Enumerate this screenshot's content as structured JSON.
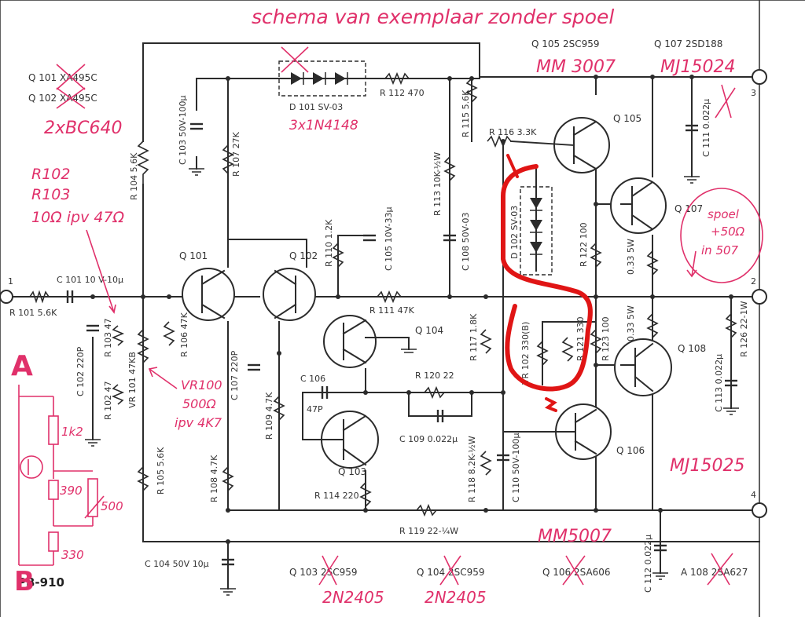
{
  "title_note": "schema van exemplaar zonder spoel",
  "model": "PB-910",
  "terminals": [
    "1",
    "2",
    "3",
    "4"
  ],
  "transistors_top": {
    "q101": "Q 101 XA495C",
    "q102": "Q 102 XA495C",
    "q105": "Q 105 2SC959",
    "q107": "Q 107 2SD188"
  },
  "transistors_bottom": {
    "q103": "Q 103 2SC959",
    "q104": "Q 104 2SC959",
    "q106": "Q 106 2SA606",
    "q108": "A 108 2SA627"
  },
  "q_labels": {
    "q101": "Q 101",
    "q102": "Q 102",
    "q103": "Q 103",
    "q104": "Q 104",
    "q105": "Q 105",
    "q106": "Q 106",
    "q107": "Q 107",
    "q108": "Q 108"
  },
  "components": {
    "r101": "R 101 5.6K",
    "c101": "C 101 10 V-10μ",
    "c102": "C 102 220P",
    "r103": "R 103 47",
    "r102": "R 102 47",
    "vr101": "VR 101 47KB",
    "r104": "R 104 5.6K",
    "r105": "R 105 5.6K",
    "r106": "R 106 47K",
    "c103": "C 103 50V-100μ",
    "r107": "R 107 27K",
    "c107": "C 107 220P",
    "r109": "R 109 4.7K",
    "r108": "R 108 4.7K",
    "c104": "C 104 50V 10μ",
    "d101": "D 101 SV-03",
    "r112": "R 112 470",
    "r110": "R 110 1.2K",
    "c105": "C 105 10V-33μ",
    "r111": "R 111 47K",
    "c106": "C 106",
    "c106v": "47P",
    "r114": "R 114 220",
    "r120": "R 120 22",
    "c109": "C 109 0.022μ",
    "r119": "R 119 22-¼W",
    "r113": "R 113 10K-½W",
    "c108": "C 108 50V-03",
    "r115": "R 115 5.6K",
    "r116": "R 116 3.3K",
    "r117": "R 117 1.8K",
    "r118": "R 118 8.2K-½W",
    "c110": "C 110 50V-100μ",
    "d102": "D 102 SV-03",
    "r122": "R 122 100",
    "vr102": "VR 102 330(B)",
    "r121": "R 121 330",
    "r123": "R 123 100",
    "re1": "0.33 5W",
    "re2": "0.33 5W",
    "c111": "C 111 0.022μ",
    "c113": "C 113 0.022μ",
    "r126": "R 126 22-1W",
    "c112": "C 112 0.022μ"
  },
  "annotations": {
    "a1": "MM 3007",
    "a2": "MJ15024",
    "a3": "2xBC640",
    "a4": "3x1N4148",
    "a5a": "R102",
    "a5b": "R103",
    "a5c": "10Ω ipv 47Ω",
    "a6a": "VR100",
    "a6b": "500Ω",
    "a6c": "ipv 4K7",
    "a7a": "spoel",
    "a7b": "+50Ω",
    "a7c": "in 507",
    "a8": "MJ15025",
    "a9": "MM5007",
    "a10": "2N2405",
    "a11": "2N2405",
    "markA": "A",
    "markB": "B",
    "sk1": "1k2",
    "sk2": "390",
    "sk3": "500",
    "sk4": "330"
  }
}
